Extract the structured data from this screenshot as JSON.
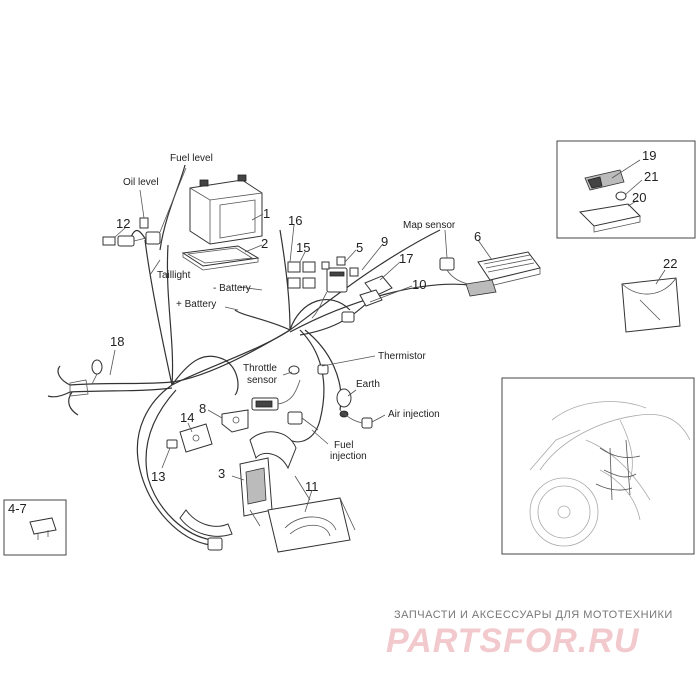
{
  "labels": {
    "fuel_level": "Fuel level",
    "oil_level": "Oil level",
    "taillight": "Taillight",
    "battery_minus": "- Battery",
    "battery_plus": "+ Battery",
    "map_sensor": "Map sensor",
    "throttle_sensor_1": "Throttle",
    "throttle_sensor_2": "sensor",
    "thermistor": "Thermistor",
    "earth": "Earth",
    "air_injection": "Air injection",
    "fuel_injection_1": "Fuel",
    "fuel_injection_2": "injection"
  },
  "part_numbers": {
    "p1": "1",
    "p2": "2",
    "p3": "3",
    "p4_7": "4-7",
    "p5": "5",
    "p6": "6",
    "p8": "8",
    "p9": "9",
    "p10": "10",
    "p11": "11",
    "p12": "12",
    "p13": "13",
    "p14": "14",
    "p15": "15",
    "p16": "16",
    "p17": "17",
    "p18": "18",
    "p19": "19",
    "p20": "20",
    "p21": "21",
    "p22": "22"
  },
  "watermark": {
    "caption": "ЗАПЧАСТИ И АКСЕССУАРЫ ДЛЯ МОТОТЕХНИКИ",
    "brand": "PARTSFOR.RU"
  }
}
